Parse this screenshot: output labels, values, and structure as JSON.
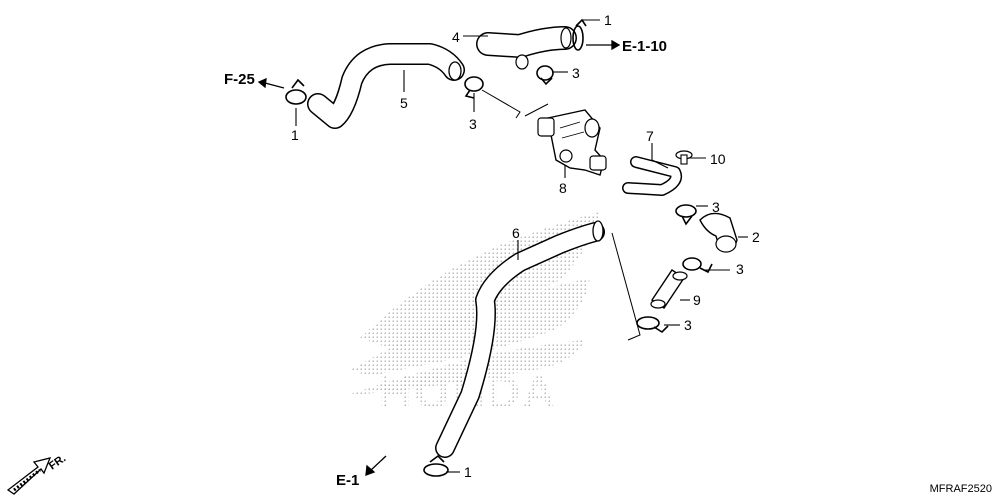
{
  "part_callouts": {
    "p1_top": "1",
    "p1_left": "1",
    "p1_bottom": "1",
    "p2": "2",
    "p3_upper": "3",
    "p3_mid": "3",
    "p3_right_upper": "3",
    "p3_right_mid": "3",
    "p3_right_lower": "3",
    "p4": "4",
    "p5": "5",
    "p6": "6",
    "p7": "7",
    "p8": "8",
    "p9": "9",
    "p10": "10"
  },
  "references": {
    "e_1_10": "E-1-10",
    "f_25": "F-25",
    "e_1": "E-1"
  },
  "direction_label": "FR.",
  "watermark_text": "HONDA",
  "diagram_code": "MFRAF2520"
}
